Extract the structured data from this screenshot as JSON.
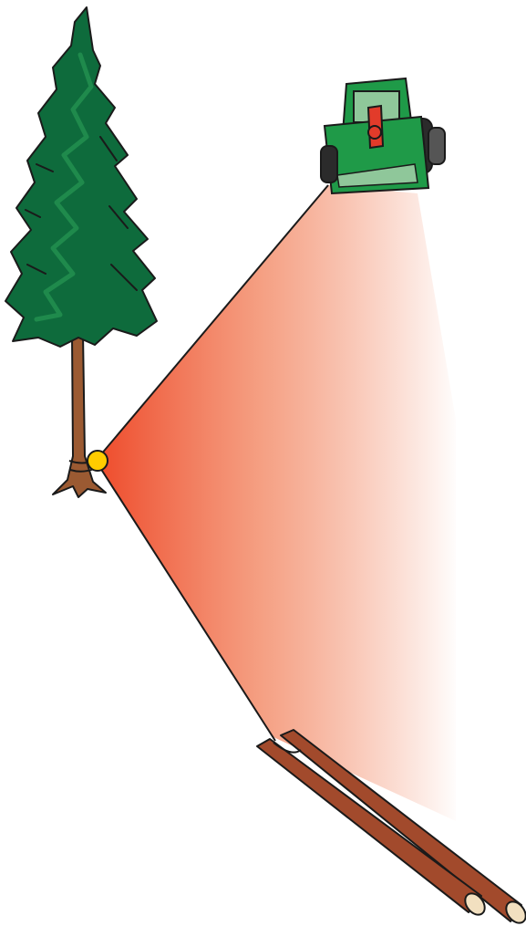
{
  "diagram": {
    "elements": [
      {
        "id": "tree",
        "kind": "conifer-tree",
        "icon": "tree-icon"
      },
      {
        "id": "anchor",
        "kind": "anchor-point",
        "icon": "pulley-icon"
      },
      {
        "id": "tractor",
        "kind": "tractor-winch",
        "icon": "tractor-icon"
      },
      {
        "id": "logs",
        "kind": "log-pile",
        "icon": "logs-icon"
      },
      {
        "id": "zone",
        "kind": "hazard-zone"
      }
    ],
    "colors": {
      "hazard_zone_start": "#ee4a2a",
      "hazard_zone_end": "#ffffff",
      "foliage_dark": "#0e6b3c",
      "foliage_light": "#1f8a4c",
      "trunk": "#9b5a32",
      "anchor_point": "#ffcc00",
      "tractor_body": "#1f9a48",
      "tractor_accent": "#e23b2a",
      "tractor_light": "#8fc79a",
      "log_bark": "#a24a2c",
      "log_end": "#f2e0c0",
      "outline": "#1a1a1a"
    }
  }
}
